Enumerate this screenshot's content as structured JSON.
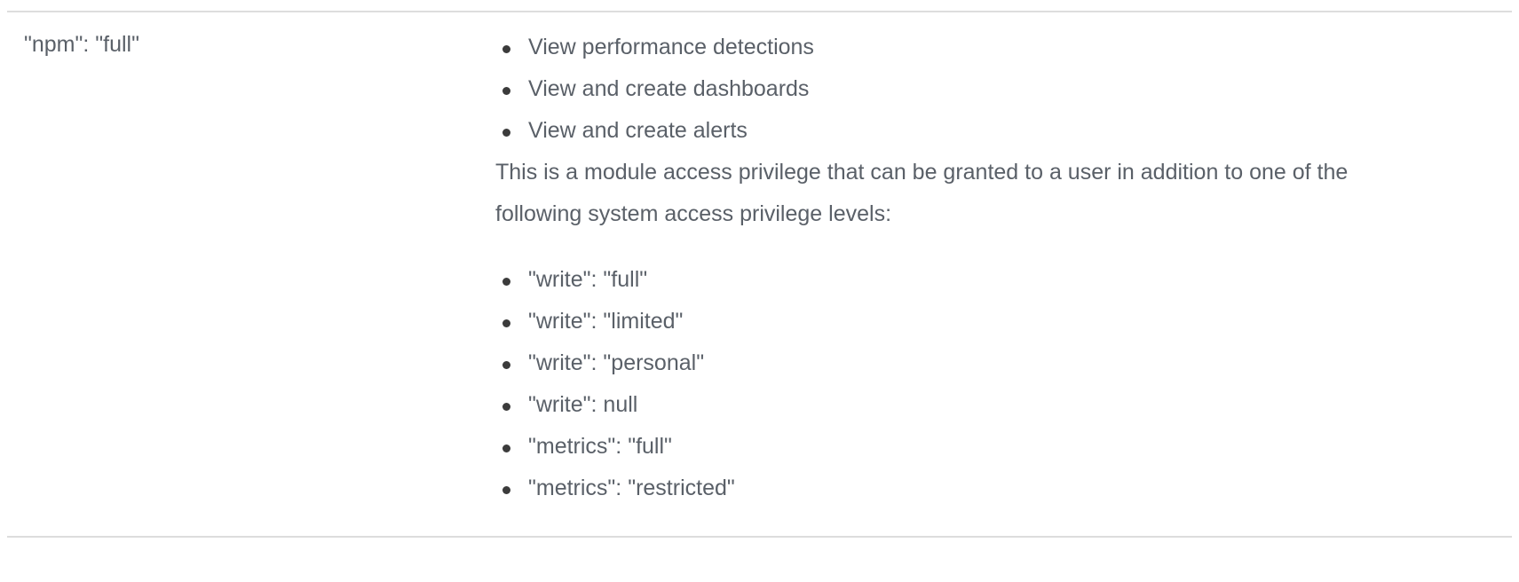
{
  "row": {
    "key_cell": {
      "text": "\"npm\": \"full\""
    },
    "description_cell": {
      "capabilities": [
        "View performance detections",
        "View and create dashboards",
        "View and create alerts"
      ],
      "paragraph": "This is a module access privilege that can be granted to a user in addition to one of the following system access privilege levels:",
      "privilege_levels": [
        "\"write\": \"full\"",
        "\"write\": \"limited\"",
        "\"write\": \"personal\"",
        "\"write\": null",
        "\"metrics\": \"full\"",
        "\"metrics\": \"restricted\""
      ]
    }
  },
  "colors": {
    "text": "#5a6068",
    "bullet": "#3b3b3b",
    "border": "#dddddd",
    "background": "#ffffff"
  }
}
